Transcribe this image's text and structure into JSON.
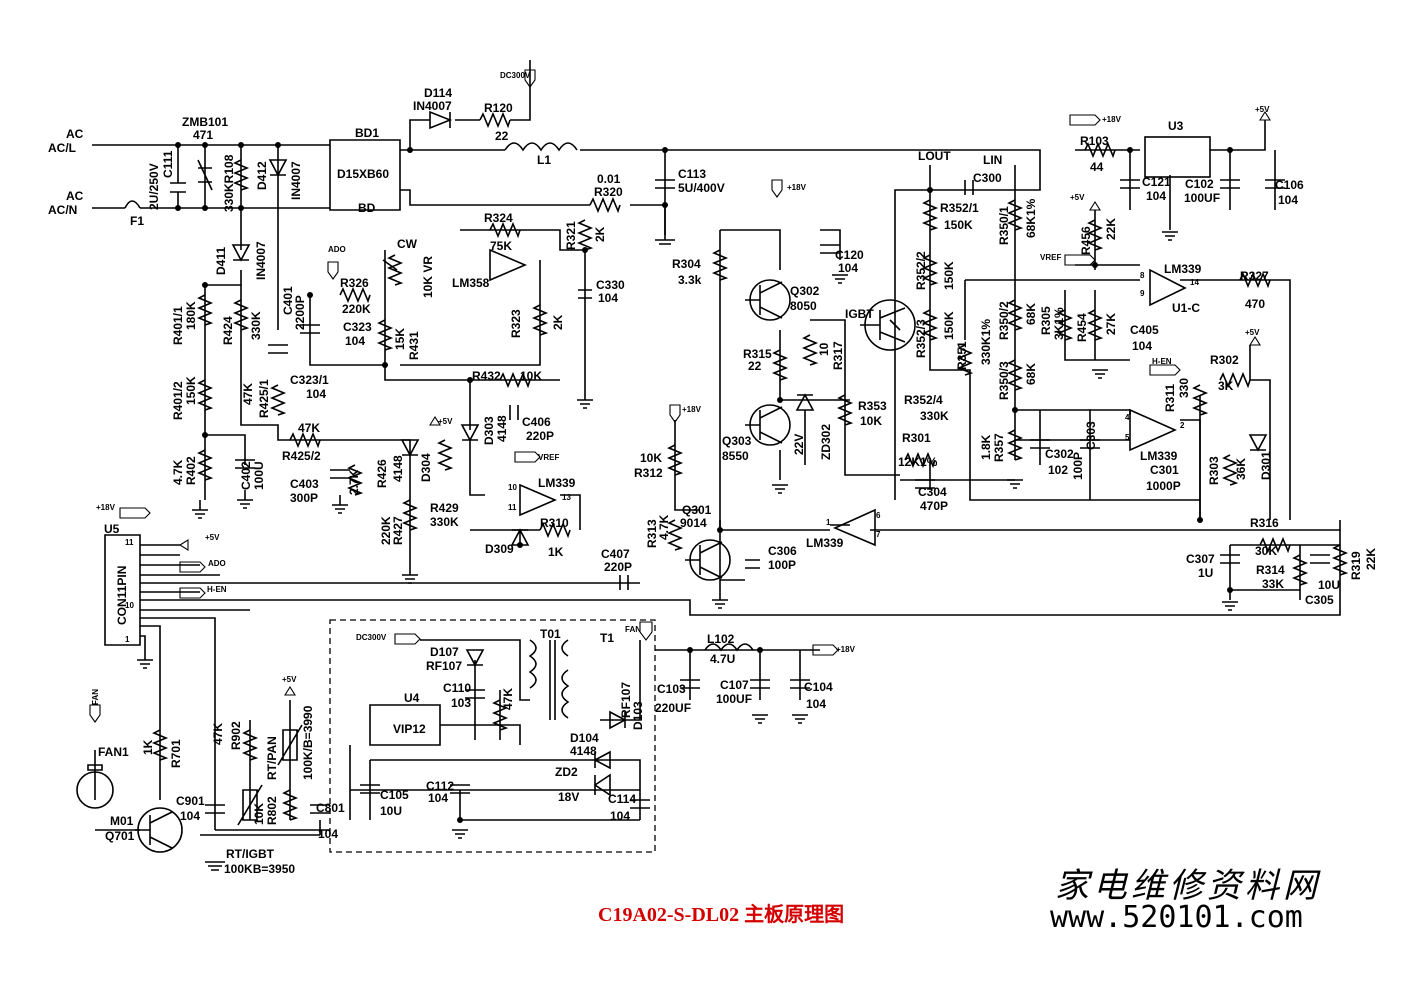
{
  "labels": {
    "ac_top": "AC",
    "acl": "AC/L",
    "ac_bot": "AC",
    "acn": "AC/N",
    "f1": "F1",
    "zmb101": "ZMB101",
    "v471": "471",
    "c111v": "2U/250V",
    "c111": "C111",
    "r108": "330KR108",
    "d412": "D412",
    "in4007a": "IN4007",
    "d411": "D411",
    "in4007b": "IN4007",
    "bd1": "BD1",
    "d15xb60": "D15XB60",
    "bd": "BD",
    "d114": "D114",
    "in4007c": "IN4007",
    "dc300v_a": "DC300V",
    "r120": "R120",
    "v22": "22",
    "l1": "L1",
    "v001": "0.01",
    "r320": "R320",
    "c113": "C113",
    "c113v": "5U/400V",
    "r324": "R324",
    "v75k": "75K",
    "lm358": "LM358",
    "r321": "R321",
    "v2k": "2K",
    "ado_a": "ADO",
    "r326": "R326",
    "v220k": "220K",
    "cw": "CW",
    "vr": "10K VR",
    "c401": "C401",
    "c401v": "2200P",
    "c323": "C323",
    "v104a": "104",
    "r431v": "15K",
    "r431": "R431",
    "r323": "R323",
    "v2kb": "2K",
    "c330": "C330",
    "v104b": "104",
    "r401_1": "R401/1",
    "v180k": "180K",
    "r424": "R424",
    "v330k": "330K",
    "c323_1": "C323/1",
    "v104c": "104",
    "r432": "R432",
    "v10k": "10K",
    "c406": "C406",
    "v220p": "220P",
    "d303": "D303",
    "v4148a": "4148",
    "r401_2": "R401/2",
    "v150k": "150K",
    "v47k": "47K",
    "r425_1": "R425/1",
    "v47kb": "47K",
    "r425_2": "R425/2",
    "v5va": "+5V",
    "vref_a": "VREF",
    "lm339a": "LM339",
    "v13": "13",
    "v10": "10",
    "v11": "11",
    "v47kc": "4.7K",
    "r402": "R402",
    "c402": "C402",
    "v100u": "100U",
    "c403": "C403",
    "v300p": "300P",
    "v27k": "2.7K",
    "r426": "R426",
    "v4148b": "4148",
    "d304": "D304",
    "r429": "R429",
    "v330kb": "330K",
    "v220kb": "220K",
    "r427": "R427",
    "d309": "D309",
    "r310": "R310",
    "v1k": "1K",
    "v18va": "+18V",
    "u5": "U5",
    "v5vb": "+5V",
    "ado_b": "ADO",
    "hen_a": "H-EN",
    "con": "CON11PIN",
    "p11": "11",
    "p10": "10",
    "p1": "1",
    "v18vb": "+18V",
    "r304": "R304",
    "v33k": "3.3k",
    "q302": "Q302",
    "v8050": "8050",
    "c120": "C120",
    "v104d": "104",
    "r315": "R315",
    "v22b": "22",
    "v10b": "10",
    "r317": "R317",
    "igbt": "IGBT",
    "r353": "R353",
    "v10kb": "10K",
    "q303": "Q303",
    "v8550": "8550",
    "v22v": "22V",
    "zd302": "ZD302",
    "v18vc": "+18V",
    "v10kc": "10K",
    "r312": "R312",
    "r313": "R313",
    "v47kd": "4.7K",
    "q301": "Q301",
    "v9014": "9014",
    "c407": "C407",
    "v220pb": "220P",
    "c306": "C306",
    "v100p": "100P",
    "lout": "LOUT",
    "lin": "LIN",
    "c300": "C300",
    "r352_1": "R352/1",
    "v150kb": "150K",
    "r350_1": "R350/1",
    "v68k1": "68K1%",
    "r352_2": "R352/2",
    "v150kc": "150K",
    "r352_3": "R352/3",
    "v150kd": "150K",
    "r351": "R351",
    "v330k1": "330K1%",
    "r350_2": "R350/2",
    "v68k": "68K",
    "r350_3": "R350/3",
    "v68kb": "68K",
    "r352_4": "R352/4",
    "v330kc": "330K",
    "r301": "R301",
    "v12k1": "12K1%",
    "c304": "C304",
    "v470p": "470P",
    "v18k": "1.8K",
    "r357": "R357",
    "c302": "C302",
    "v102": "102",
    "v100pb": "100P",
    "c303": "C303",
    "lm339b": "LM339",
    "lm339c": "LM339",
    "p1b": "1",
    "p6": "6",
    "p7": "7",
    "v18vd": "+18V",
    "r103": "R103",
    "v44": "44",
    "u3": "U3",
    "c121": "C121",
    "v104e": "104",
    "c102": "C102",
    "v100uf": "100UF",
    "c106": "C106",
    "v104f": "104",
    "v5vc": "+5V",
    "v5vd": "+5V",
    "r456": "R456",
    "v22k": "22K",
    "vref_b": "VREF",
    "lm339d": "LM339",
    "p8": "8",
    "p9": "9",
    "p14": "14",
    "u1c": "U1-C",
    "r327": "R327",
    "v470": "470",
    "r305": "R305",
    "v3k1": "3K1%",
    "r454": "R454",
    "v27kb": "27K",
    "c405": "C405",
    "v104g": "104",
    "v5ve": "+5V",
    "hen_b": "H-EN",
    "r311": "R311",
    "v330": "330",
    "r302": "R302",
    "v3k": "3K",
    "lm339e": "LM339",
    "c301": "C301",
    "v1000p": "1000P",
    "p4": "4",
    "p5": "5",
    "p2": "2",
    "r303": "R303",
    "v36k": "36K",
    "d301": "D301",
    "r316": "R316",
    "v30k": "30K",
    "c307": "C307",
    "v1u": "1U",
    "r314": "R314",
    "v33kb": "33K",
    "v10u": "10U",
    "c305": "C305",
    "r319": "R319",
    "v22kb": "22K",
    "fan_a": "FAN",
    "fan1": "FAN1",
    "m01": "M01",
    "q701": "Q701",
    "v1kb": "1K",
    "r701": "R701",
    "v47ke": "47K",
    "r902": "R902",
    "c901": "C901",
    "v104h": "104",
    "v5vf": "+5V",
    "rtpan": "RT/PAN",
    "b3990": "100K/B=3990",
    "v10kd": "10K",
    "r802": "R802",
    "c801": "C801",
    "v104i": "104",
    "rtigbt": "RT/IGBT",
    "b3950": "100KB=3950",
    "dc300v_b": "DC300V",
    "d107": "D107",
    "rf107": "RF107",
    "u4": "U4",
    "vip12": "VIP12",
    "c110": "C110",
    "v103": "103",
    "v47kf": "47K",
    "t01": "T01",
    "t1": "T1",
    "fan_b": "FAN",
    "l102": "L102",
    "v47u": "4.7U",
    "v18ve": "+18V",
    "c103": "C103",
    "v220uf": "220UF",
    "c107": "C107",
    "v100ufb": "100UF",
    "c104": "C104",
    "v104j": "104",
    "rf107b": "RF107",
    "d103": "D103",
    "d104": "D104",
    "v4148c": "4148",
    "zd2": "ZD2",
    "v18vz": "18V",
    "c105": "C105",
    "v10ub": "10U",
    "c112": "C112",
    "v104k": "104",
    "c114": "C114",
    "v104l": "104"
  },
  "caption": "C19A02-S-DL02 主板原理图",
  "watermark": {
    "cn": "家电维修资料网",
    "url": "www.520101.com"
  }
}
